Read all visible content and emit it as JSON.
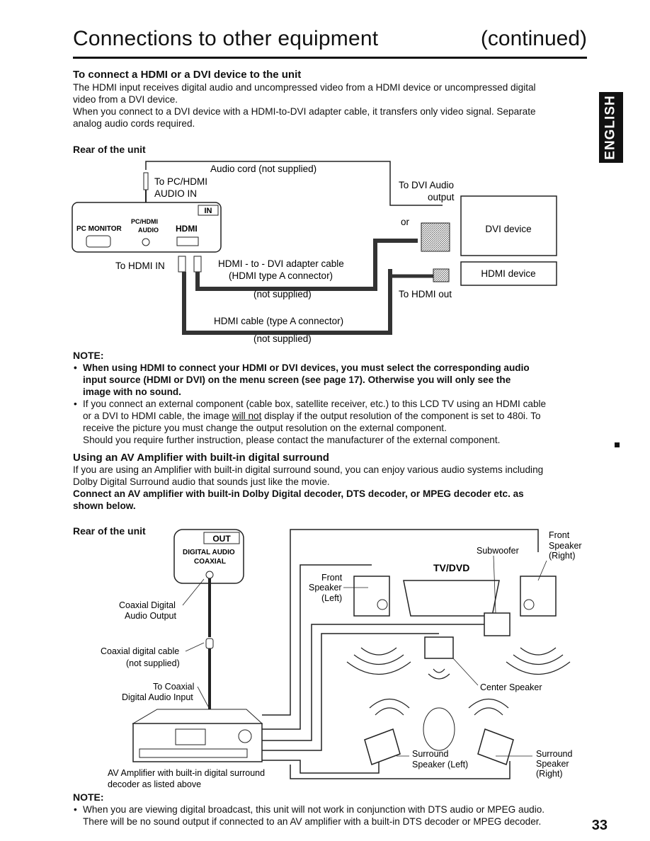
{
  "header": {
    "title": "Connections to other equipment",
    "continued": "(continued)"
  },
  "side_tab": {
    "label": "ENGLISH"
  },
  "section1": {
    "heading": "To connect a HDMI or a DVI device to the unit",
    "para_lines": [
      "The HDMI input receives digital audio and uncompressed video from a HDMI device or uncompressed digital",
      "video from a DVI device.",
      "When you connect to a DVI device with a HDMI-to-DVI adapter cable, it transfers only video signal. Separate",
      "analog audio cords required."
    ]
  },
  "diagram1": {
    "rear_label": "Rear of the unit",
    "audio_cord": "Audio cord (not supplied)",
    "to_pc_hdmi": "To PC/HDMI",
    "audio_in": "AUDIO IN",
    "in_label": "IN",
    "pc_monitor": "PC MONITOR",
    "pc_hdmi": "PC/HDMI",
    "audio": "AUDIO",
    "hdmi_logo": "HDMI",
    "to_hdmi_in": "To HDMI IN",
    "adapter_1": "HDMI - to - DVI adapter cable",
    "adapter_2": "(HDMI type A connector)",
    "not_supplied_1": "(not supplied)",
    "hdmi_cable": "HDMI cable (type A connector)",
    "not_supplied_2": "(not supplied)",
    "to_dvi_audio": "To DVI Audio",
    "output": "output",
    "or": "or",
    "dvi_device": "DVI device",
    "hdmi_device": "HDMI device",
    "to_hdmi_out": "To HDMI out"
  },
  "note1": {
    "label": "NOTE:",
    "bullet1_lines": [
      "When using HDMI to connect your HDMI or DVI devices, you must select the corresponding audio",
      "input source (HDMI or DVI) on the menu screen (see page 17). Otherwise you will only see the",
      "image with no sound."
    ],
    "bullet2_pre": "If you connect an external component (cable box, satellite receiver, etc.) to this LCD TV using an HDMI cable",
    "bullet2_line2_pre": "or a DVI to HDMI cable, the image ",
    "bullet2_underline": "will not",
    "bullet2_line2_post": " display if the output resolution of the component is set to 480i. To",
    "bullet2_line3": "receive the picture you must change the output resolution on the external component.",
    "bullet2_line4": "Should you require further instruction, please contact the manufacturer of the external component."
  },
  "section2": {
    "heading": "Using an AV Amplifier with built-in digital surround",
    "para_lines": [
      "If you are using an Amplifier with built-in digital surround sound, you can enjoy various audio systems including",
      "Dolby Digital Surround audio that sounds just like the movie."
    ],
    "bold_lines": [
      "Connect an AV amplifier with built-in Dolby Digital decoder, DTS decoder, or MPEG decoder etc. as",
      "shown below."
    ]
  },
  "diagram2": {
    "rear_label": "Rear of the unit",
    "out": "OUT",
    "digital_audio": "DIGITAL AUDIO",
    "coaxial": "COAXIAL",
    "coax_out_1": "Coaxial Digital",
    "coax_out_2": "Audio Output",
    "coax_cable_1": "Coaxial digital cable",
    "coax_cable_2": "(not supplied)",
    "to_coax_1": "To Coaxial",
    "to_coax_2": "Digital Audio Input",
    "amp_1": "AV Amplifier with built-in digital surround",
    "amp_2": "decoder as listed above",
    "subwoofer": "Subwoofer",
    "tv_dvd": "TV/DVD",
    "front_left": [
      "Front",
      "Speaker",
      "(Left)"
    ],
    "front_right": [
      "Front",
      "Speaker",
      "(Right)"
    ],
    "center": "Center Speaker",
    "surround_left": [
      "Surround",
      "Speaker (Left)"
    ],
    "surround_right": [
      "Surround",
      "Speaker",
      "(Right)"
    ]
  },
  "note2": {
    "label": "NOTE:",
    "lines": [
      "When you are viewing digital broadcast, this unit will not work in conjunction with DTS audio or MPEG audio.",
      "There will be no sound output if connected to an AV amplifier with a built-in DTS decoder or MPEG decoder."
    ]
  },
  "page_number": "33"
}
